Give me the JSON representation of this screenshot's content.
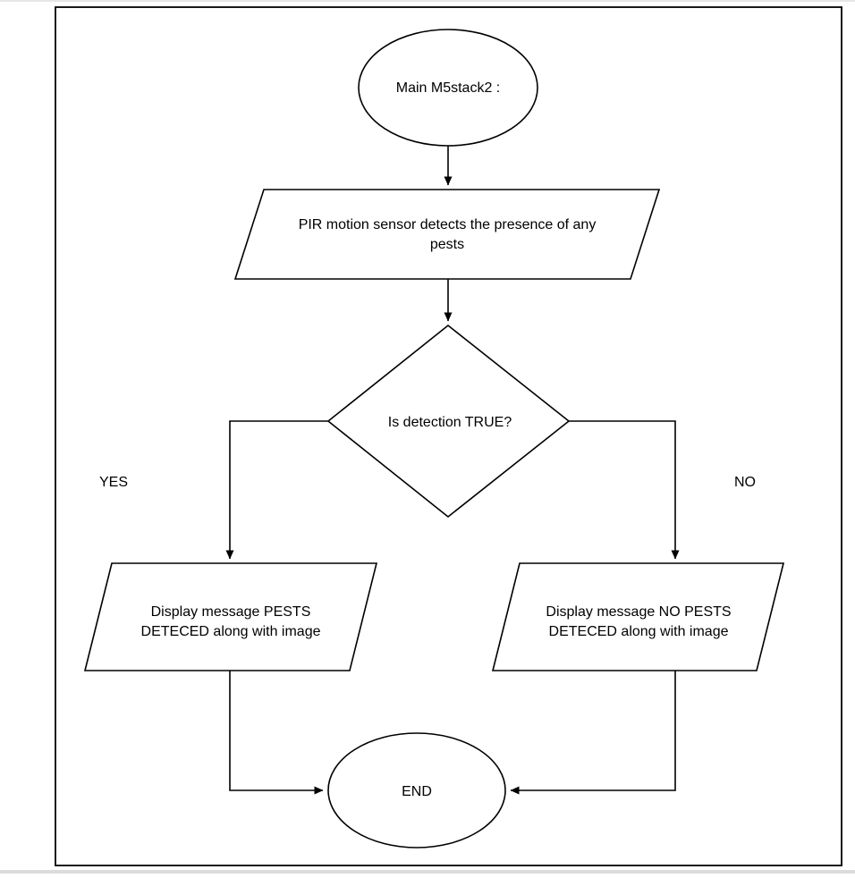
{
  "flowchart": {
    "nodes": {
      "start": {
        "label": "Main M5stack2 :"
      },
      "input": {
        "line1": "PIR motion sensor detects the presence of any",
        "line2": "pests"
      },
      "decision": {
        "label": "Is detection TRUE?"
      },
      "output_yes": {
        "line1": "Display message PESTS",
        "line2": "DETECED along with image"
      },
      "output_no": {
        "line1": "Display message NO PESTS",
        "line2": "DETECED along with image"
      },
      "end": {
        "label": "END"
      }
    },
    "edges": {
      "yes_label": "YES",
      "no_label": "NO"
    },
    "colors": {
      "stroke": "#000000",
      "fill": "#ffffff",
      "text": "#000000"
    }
  }
}
